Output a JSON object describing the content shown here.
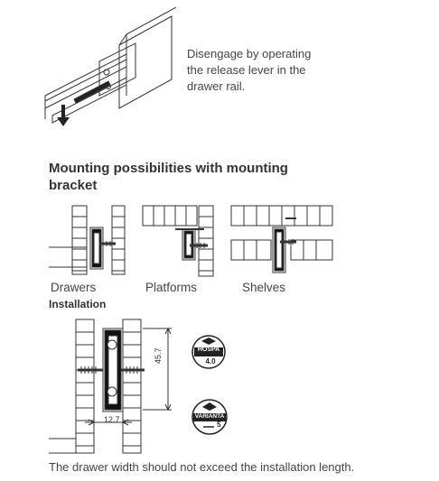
{
  "release": {
    "caption_lines": [
      "Disengage by operating",
      "the release lever in the",
      "drawer rail."
    ]
  },
  "mounting": {
    "heading_lines": [
      "Mounting possibilities with mounting",
      "bracket"
    ],
    "labels": {
      "drawers": "Drawers",
      "platforms": "Platforms",
      "shelves": "Shelves"
    }
  },
  "installation": {
    "title": "Installation",
    "dim_vertical": "45.7",
    "dim_horizontal": "12.7",
    "badge_hospa": {
      "name": "HOSPA",
      "size": "4.0"
    },
    "badge_varianta": {
      "name": "VARIANTA",
      "size": "5"
    },
    "note": "The drawer width should not exceed the installation length."
  }
}
